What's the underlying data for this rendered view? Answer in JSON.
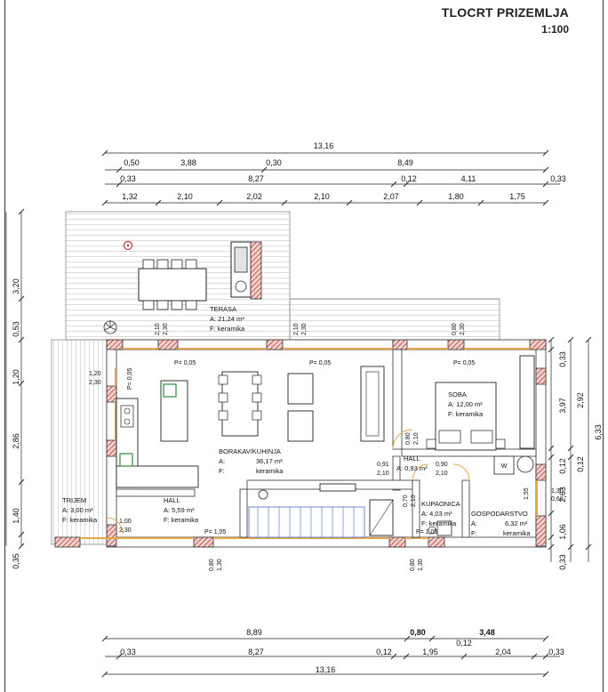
{
  "header": {
    "title": "TLOCRT PRIZEMLJA",
    "scale": "1:100"
  },
  "dimensions_top": {
    "row1": [
      "13,16"
    ],
    "row2": [
      "0,50",
      "3,88",
      "0,30",
      "8,49"
    ],
    "row3": [
      "0,33",
      "8,27",
      "0,12",
      "4,11",
      "0,33"
    ],
    "row4": [
      "1,32",
      "2,10",
      "2,02",
      "2,10",
      "2,07",
      "1,80",
      "1,75"
    ]
  },
  "dimensions_bottom": {
    "row1": [
      "8,89",
      "0,80",
      "3,48",
      "0,12"
    ],
    "row2": [
      "0,33",
      "8,27",
      "0,12",
      "1,95",
      "2,04",
      "0,33"
    ],
    "row3": [
      "13,16"
    ]
  },
  "dimensions_left": [
    "3,20",
    "0,53",
    "1,20",
    "2,86",
    "1,40",
    "0,35"
  ],
  "dimensions_right": {
    "inner": [
      "0,33",
      "3,97",
      "0,12",
      "2,63",
      "1,06",
      "0,33"
    ],
    "middle": [
      "2,92",
      "0,12"
    ],
    "outer": [
      "6,33"
    ]
  },
  "openings": [
    "2,10",
    "2,30",
    "2,10",
    "2,30",
    "0,80",
    "2,30",
    "1,20",
    "2,30",
    "P= 0,05",
    "P= 0,05",
    "P= 0,05",
    "P= 0,05",
    "0,80",
    "2,10",
    "0,91",
    "2,10",
    "0,90",
    "2,10",
    "0,70",
    "2,10",
    "1,00",
    "2,30",
    "P= 1,05",
    "P= 1,05",
    "0,80",
    "1,30",
    "0,80",
    "1,30",
    "1,55",
    "1,30",
    "0,60"
  ],
  "rooms": [
    {
      "name": "TERASA",
      "area": "A: 21,24 m²",
      "floor": "F: keramika"
    },
    {
      "name": "BORAKAV/KUHINJA",
      "area": "A:",
      "area_value": "36,17 m²",
      "floor": "F:",
      "floor_value": "keramika"
    },
    {
      "name": "SOBA",
      "area": "A: 12,00 m²",
      "floor": "F: keramika"
    },
    {
      "name": "HALL",
      "area": "A:  0,93 m²",
      "floor": ""
    },
    {
      "name": "HALL",
      "area": "A:  5,59 m²",
      "floor": "F: keramika"
    },
    {
      "name": "TRIJEM",
      "area": "A:  3,00 m²",
      "floor": "F: keramika"
    },
    {
      "name": "KUPAONICA",
      "area": "A:  4,03 m²",
      "floor": "F:  keramika"
    },
    {
      "name": "GOSPODARSTVO",
      "area": "A:",
      "area_value": "6,32 m²",
      "floor": "F:",
      "floor_value": "keramika"
    }
  ],
  "symbols": {
    "washing_machine": "W"
  },
  "colors": {
    "wall": "#f2d7d3",
    "wall_hatch": "#b43a33",
    "grid": "#bcbcbc",
    "door": "#e3a64c",
    "wall_edge": "#333333"
  }
}
